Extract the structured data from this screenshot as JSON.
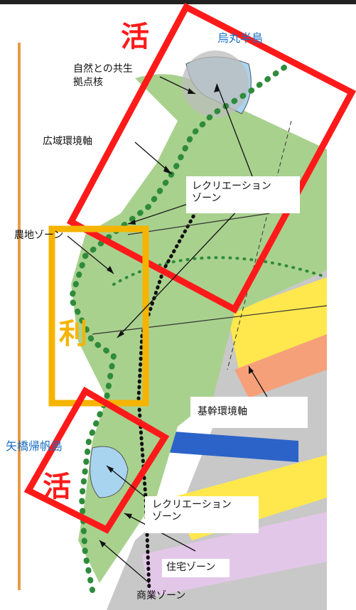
{
  "places": {
    "karasumaru": "烏丸半島",
    "yabase": "矢橋帰帆島"
  },
  "marks": {
    "katsu_top": "活",
    "ri": "利",
    "katsu_bottom": "活"
  },
  "labels": {
    "shizen_line1": "自然との共生",
    "shizen_line2": "拠点核",
    "kouiki": "広域環境軸",
    "recreation_top_line1": "レクリエーション",
    "recreation_top_line2": "ゾーン",
    "nouchi": "農地ゾーン",
    "kikan": "基幹環境軸",
    "recreation_bottom_line1": "レクリエーション",
    "recreation_bottom_line2": "ゾーン",
    "jutaku": "住宅ゾーン",
    "shougyou": "商業ゾーン"
  },
  "colors": {
    "farmland_green": "#a9d18e",
    "water_blue": "#a8d4ef",
    "urban_yellow": "#ffe84d",
    "green_axis_dots": "#2e8b3a",
    "katsu_frame_red": "#ff1a1a",
    "ri_frame_orange": "#f5b400",
    "place_name_blue": "#1a6fc4",
    "timeline_orange": "#e89a4a"
  }
}
